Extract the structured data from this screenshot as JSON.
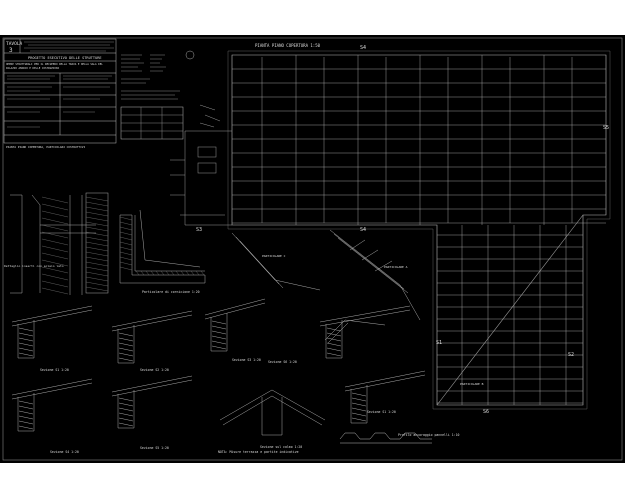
{
  "title_block": {
    "sheet_label": "TAVOLA",
    "sheet_number": "3",
    "project_title": "PROGETTO ESECUTIVO DELLE STRUTTURE",
    "title_line_1": "OPERE STRUTTURALI PER IL RECUPERO DELLA TRAVA E DELLA SALA DEL",
    "title_line_2": "PALAZZO AMARCO E DELLE COSTRUZIONI",
    "subtitle": "PIANTA PIANO COPERTURA, PARTICOLARI COSTRUTTIVI"
  },
  "plan": {
    "title": "PIANTA PIANO COPERTURA 1:50"
  },
  "section_markers": [
    "S1",
    "S2",
    "S3",
    "S4",
    "S5",
    "S6"
  ],
  "labels": {
    "particolare_c": "PARTICOLARE C",
    "particolare_a": "PARTICOLARE A",
    "particolare_b": "PARTICOLARE B",
    "dettaglio": "Particolare di cornicione 1:20",
    "note_left": "Dettaglio inserti con solaio lato",
    "profilo": "Profilo ancoraggio pannelli 1:10",
    "nota": "NOTA: Misure terrazza e partite indicative"
  },
  "sections": [
    {
      "id": "s1",
      "label": "Sezione S1 1:20"
    },
    {
      "id": "s2",
      "label": "Sezione S2 1:20"
    },
    {
      "id": "s3",
      "label": "Sezione S3 1:20"
    },
    {
      "id": "s4",
      "label": "Sezione S4 1:20"
    },
    {
      "id": "s5",
      "label": "Sezione S5 1:20"
    },
    {
      "id": "s6",
      "label": "Sezione S6 1:20"
    },
    {
      "id": "colmo",
      "label": "Sezione sul colmo 1:20"
    },
    {
      "id": "s1b",
      "label": "Sezione S1 1:20"
    }
  ]
}
